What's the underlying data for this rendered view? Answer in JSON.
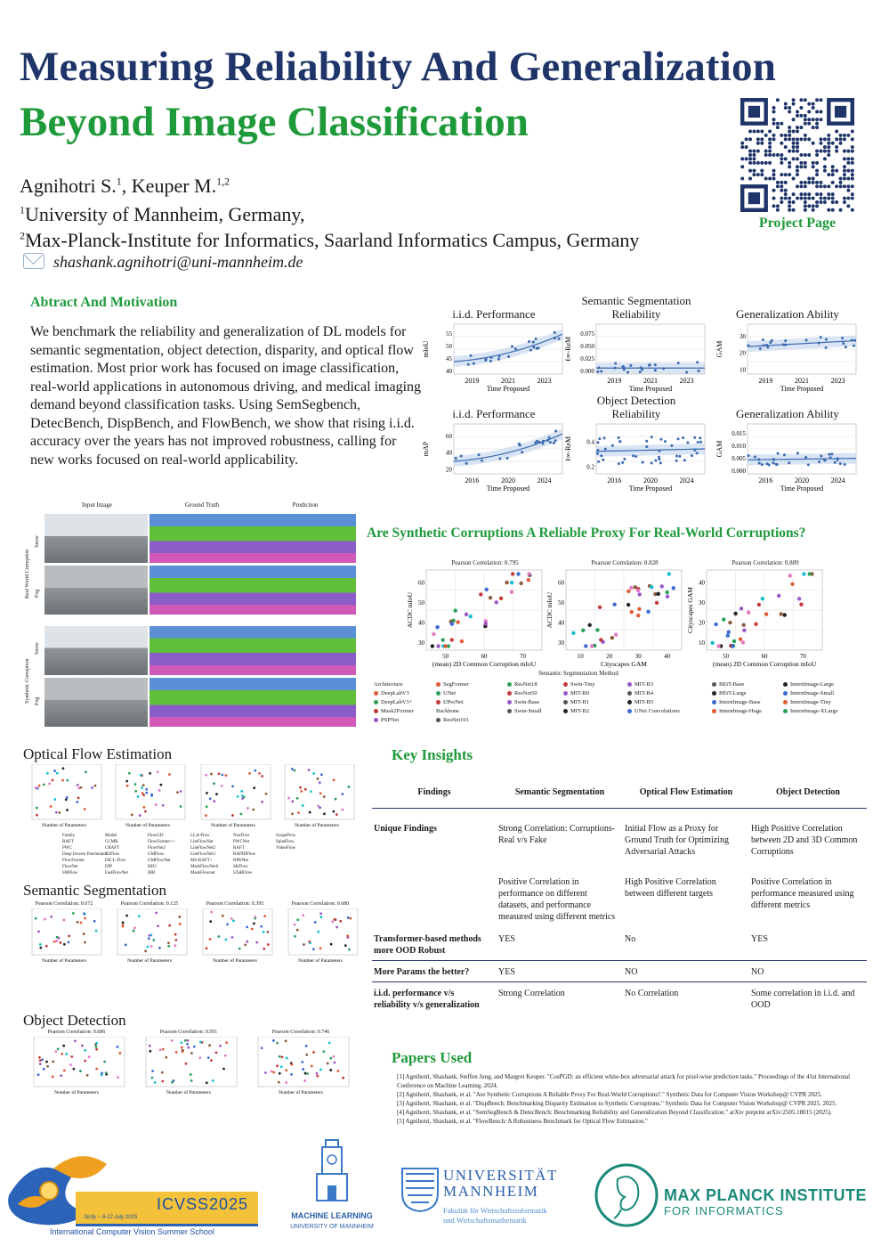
{
  "header": {
    "title_line1": "Measuring Reliability And Generalization",
    "title_line2": "Beyond Image Classification",
    "authors_text": "Agnihotri S.",
    "authors_sup1": "1",
    "authors_mid": ", Keuper M.",
    "authors_sup2": "1,2",
    "aff1_sup": "1",
    "aff1": "University of Mannheim, Germany,",
    "aff2_sup": "2",
    "aff2": "Max-Planck-Institute for Informatics, Saarland Informatics Campus, Germany",
    "email": "shashank.agnihotri@uni-mannheim.de",
    "qr_label": "Project Page"
  },
  "abstract": {
    "heading": "Abtract And Motivation",
    "text": "We benchmark the reliability and generalization of DL models for semantic segmentation, object detection, disparity, and optical flow estimation. Most prior work has focused on image classification, real-world applications in autonomous driving, and medical imaging demand beyond classification tasks. Using SemSegbench, DetecBench, DispBench, and FlowBench, we show that rising i.i.d. accuracy over the years has not improved robustness, calling for new works focused on real-world applicability."
  },
  "top_charts": {
    "row1": [
      {
        "title": "i.i.d. Performance",
        "xlabel": "Time Proposed",
        "ylabel": "mIoU",
        "xticks": [
          "2019",
          "2021",
          "2023"
        ],
        "yticks": [
          "40",
          "45",
          "50",
          "55"
        ]
      },
      {
        "title": "Semantic Segmentation\nReliability",
        "title_a": "Semantic Segmentation",
        "title_b": "Reliability",
        "xlabel": "Time Proposed",
        "ylabel": "ℓ∞-ReM",
        "xticks": [
          "2019",
          "2021",
          "2023"
        ],
        "yticks": [
          "0.000",
          "0.025",
          "0.050",
          "0.075"
        ]
      },
      {
        "title": "Generalization Ability",
        "xlabel": "Time Proposed",
        "ylabel": "GAM",
        "xticks": [
          "2019",
          "2021",
          "2023"
        ],
        "yticks": [
          "10",
          "20",
          "30"
        ]
      }
    ],
    "row2": [
      {
        "title": "i.i.d. Performance",
        "xlabel": "Time Proposed",
        "ylabel": "mAP",
        "xticks": [
          "2016",
          "2020",
          "2024"
        ],
        "yticks": [
          "20",
          "40",
          "60"
        ]
      },
      {
        "title_a": "Object Detection",
        "title_b": "Reliability",
        "xlabel": "Time Proposed",
        "ylabel": "ℓ∞-ReM",
        "xticks": [
          "2016",
          "2020",
          "2024"
        ],
        "yticks": [
          "0.2",
          "0.4"
        ]
      },
      {
        "title": "Generalization Ability",
        "xlabel": "Time Proposed",
        "ylabel": "GAM",
        "xticks": [
          "2016",
          "2020",
          "2024"
        ],
        "yticks": [
          "0.000",
          "0.005",
          "0.010",
          "0.015"
        ]
      }
    ]
  },
  "corruption_grid": {
    "cols": [
      "Input Image",
      "Ground Truth",
      "Prediction"
    ],
    "group1": "Real World Corruption",
    "group2": "Synthetic Corruption",
    "rows": [
      "Snow",
      "Fog",
      "Snow",
      "Fog"
    ]
  },
  "synthetic": {
    "heading": "Are Synthetic Corruptions A Reliable Proxy For Real-World Corruptions?",
    "charts": [
      {
        "title": "Pearson Correlation: 0.795",
        "xlabel": "(mean) 2D Common Corruption mIoU",
        "ylabel": "ACDC mIoU",
        "xticks": [
          "50",
          "60",
          "70"
        ],
        "yticks": [
          "30",
          "40",
          "50",
          "60"
        ]
      },
      {
        "title": "Pearson Correlation: 0.828",
        "xlabel": "Cityscapes GAM",
        "ylabel": "ACDC mIoU",
        "xticks": [
          "10",
          "20",
          "30",
          "40"
        ],
        "yticks": [
          "30",
          "40",
          "50",
          "60"
        ]
      },
      {
        "title": "Pearson Correlation: 0.889",
        "xlabel": "(mean) 2D Common Corruption mIoU",
        "ylabel": "Cityscapes GAM",
        "xticks": [
          "50",
          "60",
          "70"
        ],
        "yticks": [
          "10",
          "20",
          "30",
          "40"
        ]
      }
    ],
    "legend_title": "Semantic Segmentation Method",
    "legend_cols": [
      [
        "Architecture",
        "DeepLabV3",
        "DeepLabV3+",
        "Mask2Former",
        "PSPNet"
      ],
      [
        "SegFormer",
        "UNet",
        "UPerNet",
        "Backbone",
        "ResNet101"
      ],
      [
        "ResNet18",
        "ResNet50",
        "Swin-Base",
        "Swin-Small"
      ],
      [
        "Swin-Tiny",
        "MIT-B0",
        "MIT-B1",
        "MIT-B2"
      ],
      [
        "MIT-B3",
        "MIT-B4",
        "MIT-B5",
        "UNet Convolutions"
      ],
      [
        "BEiT-Base",
        "BEiT-Large",
        "InternImage-Base",
        "InternImage-Huge"
      ],
      [
        "InternImage-Large",
        "InternImage-Small",
        "InternImage-Tiny",
        "InternImage-XLarge"
      ]
    ]
  },
  "left_sections": {
    "optical_flow": "Optical Flow Estimation",
    "semantic_seg": "Semantic Segmentation",
    "object_det": "Object Detection",
    "xlabel": "Number of Parameters",
    "flow_legend": [
      "Family",
      "RAFT",
      "PWC",
      "Deep Inverse Patchmatch",
      "FlowFormer",
      "FlowNet",
      "SMFlow",
      "Model",
      "CCMR",
      "CRAFT",
      "CSFlow",
      "DICL-Flow",
      "DIP",
      "FastFlowNet",
      "FlowGD",
      "FlowFormer++",
      "FlowNet2",
      "GMFlow",
      "GMFlowNet",
      "HD3",
      "IRR",
      "LLA-Flow",
      "LiteFlowNet",
      "LiteFlowNet2",
      "LiteFlowNet3",
      "MS-RAFT+",
      "MaskFlowNetS",
      "MaskFlownet",
      "NeuFlow",
      "PWCNet",
      "RAFT",
      "RAPIDFlow",
      "RPKNet",
      "SKFlow",
      "STaRFlow",
      "ScopeFlow",
      "SplatFlow",
      "VideoFlow"
    ],
    "seg_titles": [
      "Pearson Correlation: 0.672",
      "Pearson Correlation: 0.125",
      "Pearson Correlation: 0.395",
      "Pearson Correlation: 0.680"
    ],
    "det_titles": [
      "Pearson Correlation: 0.686",
      "Pearson Correlation: 0.501",
      "Pearson Correlation: 0.746"
    ]
  },
  "key_insights": {
    "heading": "Key Insights",
    "columns": [
      "Findings",
      "Semantic Segmentation",
      "Optical Flow Estimation",
      "Object Detection"
    ],
    "rows": [
      {
        "label": "Unique Findings",
        "seg": "Strong Correlation: Corruptions- Real v/s Fake",
        "flow": "Initial Flow as a Proxy for Ground Truth for Optimizing Adversarial Attacks",
        "det": "High Positive Correlation between 2D and 3D Common Corruptions"
      },
      {
        "label": "",
        "seg": "Positive Correlation in performance on different datasets, and performance measured using different metrics",
        "flow": "High Positive Correlation between different targets",
        "det": "Positive Correlation in performance measured using different metrics"
      },
      {
        "label": "Transformer-based methods more OOD Robust",
        "seg": "YES",
        "flow": "No",
        "det": "YES"
      },
      {
        "label": "More Params the better?",
        "seg": "YES",
        "flow": "NO",
        "det": "NO"
      },
      {
        "label": "i.i.d. performance v/s reliability v/s generalization",
        "seg": "Strong Correlation",
        "flow": "No Correlation",
        "det": "Some correlation in i.i.d. and OOD"
      }
    ]
  },
  "papers": {
    "heading": "Papers Used",
    "items": [
      "[1] Agnihotri, Shashank, Steffen Jung, and Margret Keuper. \"CosPGD: an efficient white-box adversarial attack for pixel-wise prediction tasks.\" Proceedings of the 41st International Conference on Machine Learning. 2024.",
      "[2] Agnihotri, Shashank, et al. \"Are Synthetic Corruptions A Reliable Proxy For Real-World Corruptions?.\" Synthetic Data for Computer Vision Workshop@ CVPR 2025.",
      "[3] Agnihotri, Shashank, et al. \"DispBench: Benchmarking Disparity Estimation to Synthetic Corruptions.\" Synthetic Data for Computer Vision Workshop@ CVPR 2025. 2025.",
      "[4] Agnihotri, Shashank, et al. \"SemSegBench & DetecBench: Benchmarking Reliability and Generalization Beyond Classification.\" arXiv preprint arXiv:2505.18015 (2025).",
      "[5] Agnihotri, Shashank, et al. \"FlowBench: A Robustness Benchmark for Optical Flow Estimation.\""
    ]
  },
  "footer": {
    "icvss": "ICVSS2025",
    "icvss_dates": "Sicily ~ 6-12 July 2025",
    "icvss_full": "International Computer Vision Summer School",
    "ml_line1": "MACHINE LEARNING",
    "ml_line2": "UNIVERSITY OF MANNHEIM",
    "uni_line1": "UNIVERSITÄT",
    "uni_line2": "MANNHEIM",
    "uni_sub1": "Fakultät für Wirtschaftsinformatik",
    "uni_sub2": "und Wirtschaftsmathematik",
    "mpi_line1": "MAX PLANCK INSTITUTE",
    "mpi_line2": "FOR INFORMATICS"
  },
  "colors": {
    "title_blue": "#1f3468",
    "title_green": "#1f9a3a",
    "table_rule": "#2a3670"
  }
}
